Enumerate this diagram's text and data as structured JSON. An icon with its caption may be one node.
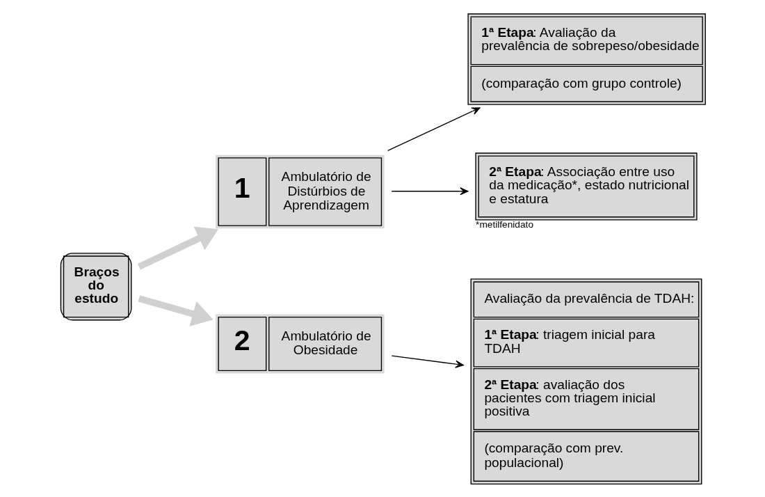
{
  "diagram": {
    "nodes": [
      {
        "text": [
          "Braços do estudo"
        ]
      },
      {
        "text": [
          "1",
          "Ambulatório de Distúrbios de Aprendizagem"
        ]
      },
      {
        "text": [
          "**1ª Etapa**: Avaliação da prevalência de sobrepeso/obesidade",
          "(comparação com grupo controle)"
        ]
      },
      {
        "text": [
          "**2ª Etapa**: Associação entre uso da medicação*, estado nutricional e estatura"
        ],
        "beside": [
          "*metilfenidato"
        ]
      },
      {
        "text": [
          "2",
          "Ambulatório de Obesidade"
        ]
      },
      {
        "text": [
          "Avaliação da prevalência de TDAH:",
          "**1ª Etapa**: triagem inicial para TDAH",
          "**2ª Etapa**: avaliação dos pacientes com triagem inicial positiva",
          "(comparação com prev. populacional)"
        ]
      }
    ],
    "edges": [
      {
        "from": 0,
        "to": 1,
        "arrow": "to",
        "style": "thick",
        "color": "#d0d0d0"
      },
      {
        "from": 1,
        "to": 2,
        "arrow": "to"
      },
      {
        "from": 1,
        "to": 3,
        "arrow": "to"
      },
      {
        "from": 0,
        "to": 4,
        "arrow": "to",
        "style": "thick",
        "color": "#d0d0d0"
      },
      {
        "from": 4,
        "to": 5,
        "arrow": "to"
      }
    ]
  }
}
